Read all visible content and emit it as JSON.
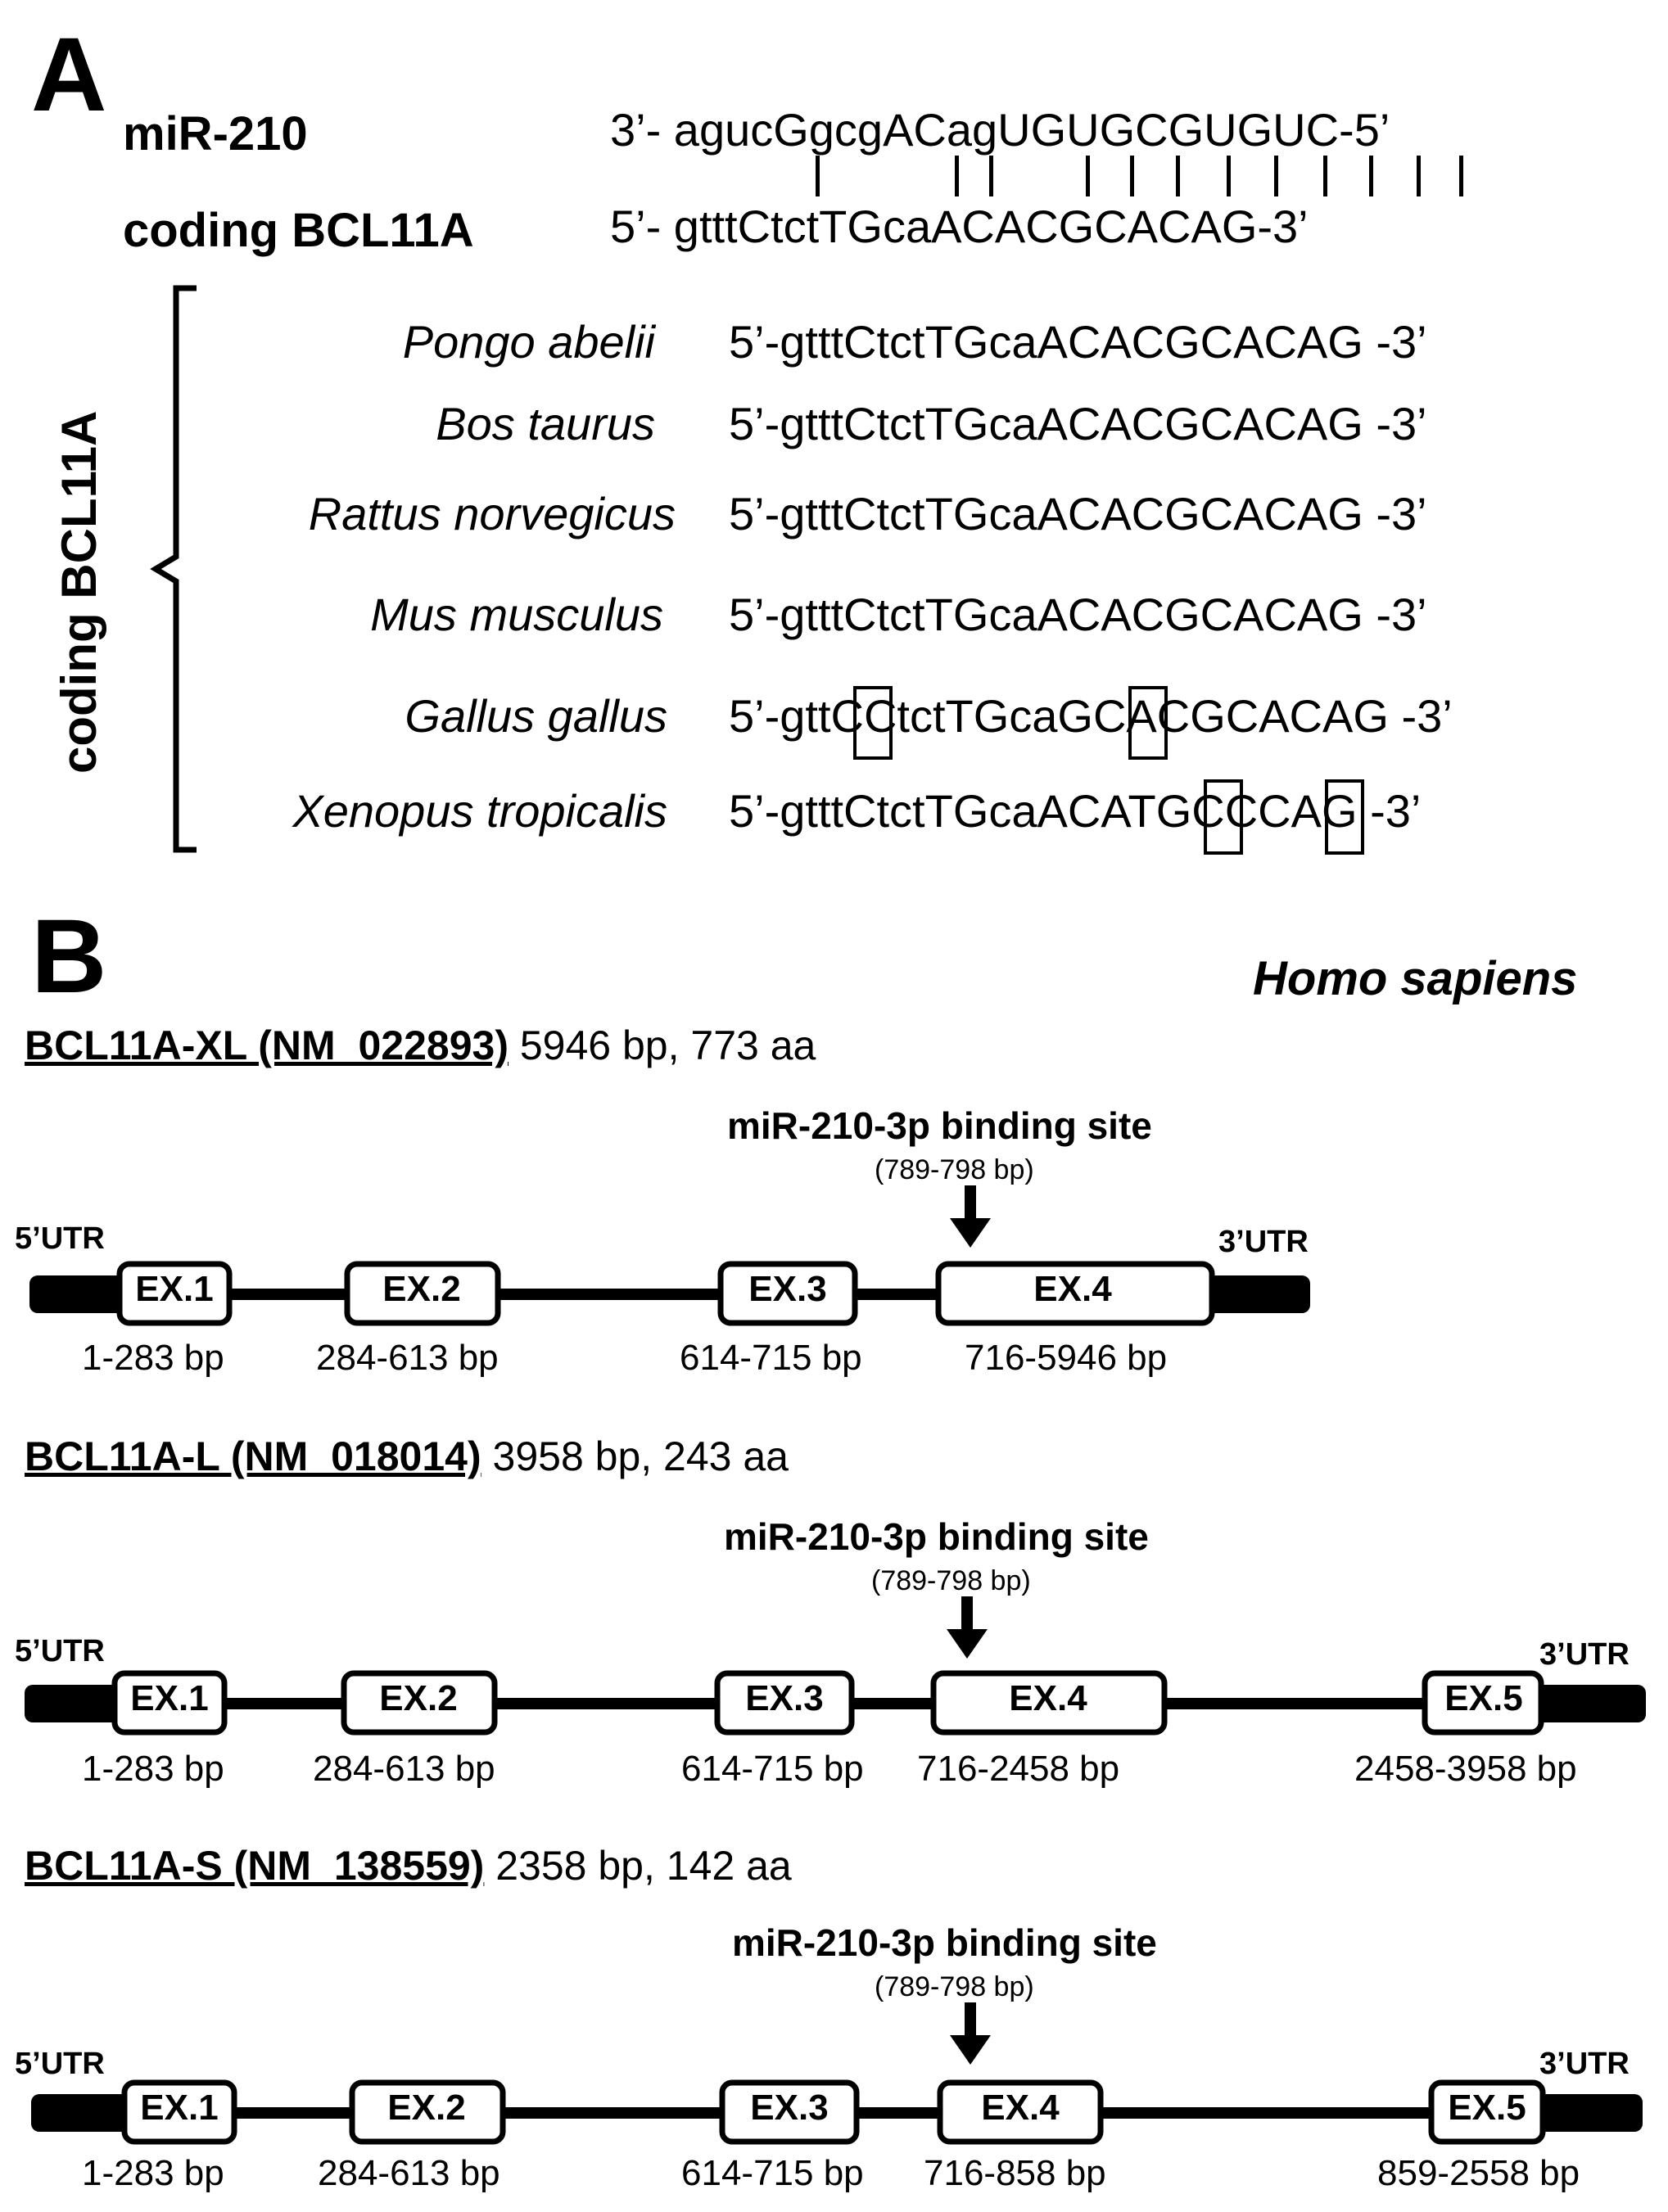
{
  "panel_a": {
    "letter": "A",
    "mir_label": "miR-210",
    "mir_seq": "3’- agucGgcgACagUGUGCGUGUC-5’",
    "coding_label": "coding BCL11A",
    "coding_seq": "5’- gtttCtctTGcaACACGCACAG-3’",
    "vertical_label": "coding BCL11A",
    "species": [
      {
        "name": "Pongo abelii",
        "seq": "5’-gtttCtctTGcaACACGCACAG -3’"
      },
      {
        "name": "Bos taurus",
        "seq": "5’-gtttCtctTGcaACACGCACAG -3’"
      },
      {
        "name": "Rattus norvegicus",
        "seq": "5’-gtttCtctTGcaACACGCACAG -3’"
      },
      {
        "name": "Mus musculus",
        "seq": "5’-gtttCtctTGcaACACGCACAG -3’"
      },
      {
        "name": "Gallus gallus",
        "seq": "5’-gttCCtctTGcaGCACGCACAG -3’"
      },
      {
        "name": "Xenopus tropicalis",
        "seq": "5’-gtttCtctTGcaACATGCCCAG -3’"
      }
    ]
  },
  "panel_b": {
    "letter": "B",
    "organism": "Homo sapiens",
    "isoforms": [
      {
        "name": "BCL11A-XL (NM_022893)",
        "info": "5946 bp, 773 aa",
        "binding_label": "miR-210-3p binding site",
        "binding_range": "(789-798 bp)",
        "utr5": "5’UTR",
        "utr3": "3’UTR",
        "exons": [
          {
            "label": "EX.1",
            "range": "1-283 bp"
          },
          {
            "label": "EX.2",
            "range": "284-613 bp"
          },
          {
            "label": "EX.3",
            "range": "614-715 bp"
          },
          {
            "label": "EX.4",
            "range": "716-5946 bp"
          }
        ]
      },
      {
        "name": "BCL11A-L (NM_018014)",
        "info": "3958 bp, 243 aa",
        "binding_label": "miR-210-3p binding site",
        "binding_range": "(789-798 bp)",
        "utr5": "5’UTR",
        "utr3": "3’UTR",
        "exons": [
          {
            "label": "EX.1",
            "range": "1-283 bp"
          },
          {
            "label": "EX.2",
            "range": "284-613 bp"
          },
          {
            "label": "EX.3",
            "range": "614-715 bp"
          },
          {
            "label": "EX.4",
            "range": "716-2458 bp"
          },
          {
            "label": "EX.5",
            "range": "2458-3958 bp"
          }
        ]
      },
      {
        "name": "BCL11A-S (NM_138559)",
        "info": "2358 bp, 142 aa",
        "binding_label": "miR-210-3p binding site",
        "binding_range": "(789-798 bp)",
        "utr5": "5’UTR",
        "utr3": "3’UTR",
        "exons": [
          {
            "label": "EX.1",
            "range": "1-283 bp"
          },
          {
            "label": "EX.2",
            "range": "284-613 bp"
          },
          {
            "label": "EX.3",
            "range": "614-715 bp"
          },
          {
            "label": "EX.4",
            "range": "716-858 bp"
          },
          {
            "label": "EX.5",
            "range": "859-2558 bp"
          }
        ]
      }
    ]
  }
}
